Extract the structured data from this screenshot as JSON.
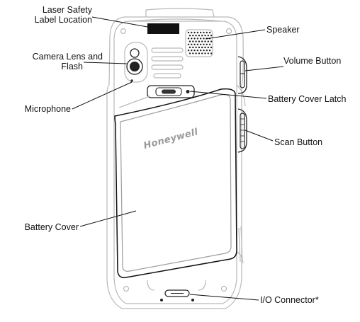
{
  "brand": "Honeywell",
  "labels": {
    "laser_safety_1": "Laser Safety",
    "laser_safety_2": "Label Location",
    "speaker": "Speaker",
    "camera_1": "Camera Lens and",
    "camera_2": "Flash",
    "volume": "Volume Button",
    "microphone": "Microphone",
    "battery_latch": "Battery Cover Latch",
    "scan": "Scan Button",
    "battery_cover": "Battery Cover",
    "io_connector": "I/O Connector*"
  }
}
